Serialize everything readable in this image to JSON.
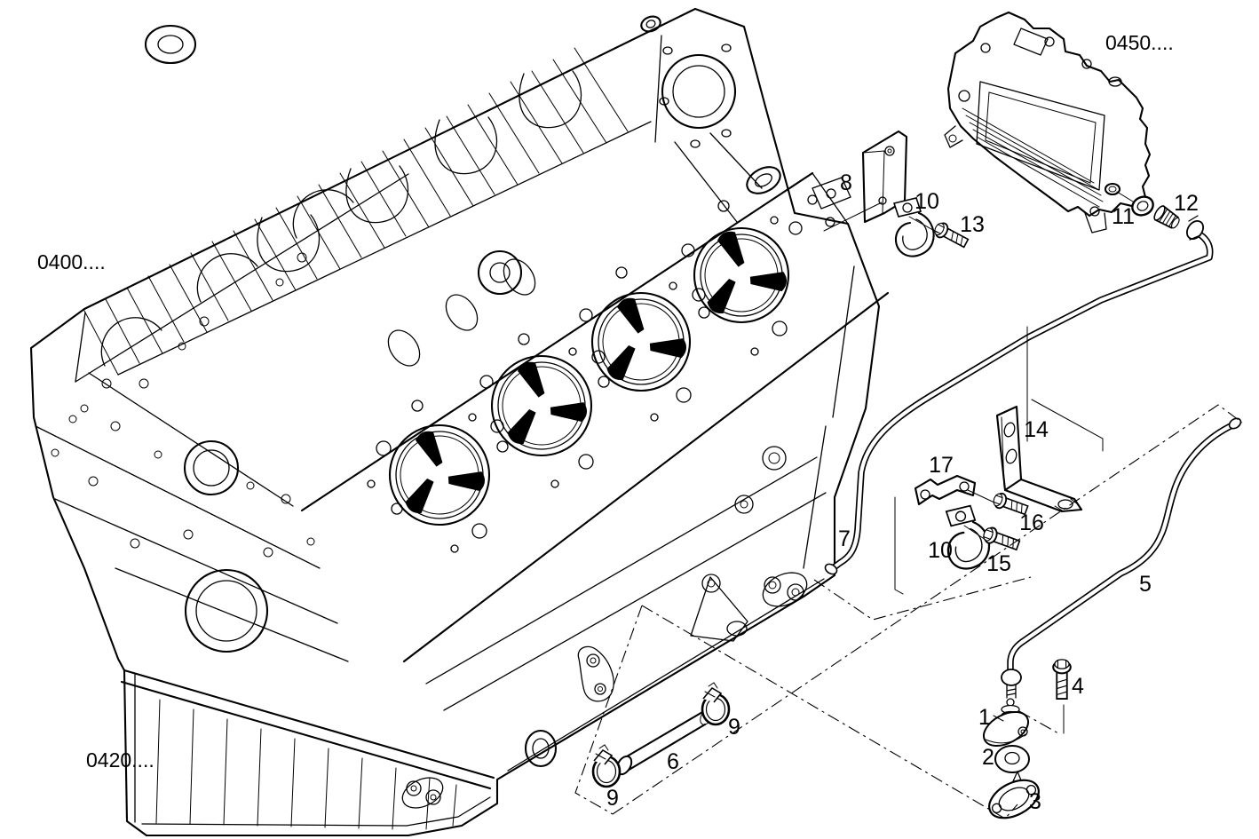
{
  "colors": {
    "background": "#ffffff",
    "line": "#000000"
  },
  "ref_labels": [
    {
      "name": "ref-0400",
      "text": "0400...."
    },
    {
      "name": "ref-0420",
      "text": "0420...."
    },
    {
      "name": "ref-0450",
      "text": "0450...."
    }
  ],
  "callouts": [
    {
      "name": "callout-1",
      "text": "1"
    },
    {
      "name": "callout-2",
      "text": "2"
    },
    {
      "name": "callout-3",
      "text": "3"
    },
    {
      "name": "callout-4",
      "text": "4"
    },
    {
      "name": "callout-5",
      "text": "5"
    },
    {
      "name": "callout-6",
      "text": "6"
    },
    {
      "name": "callout-7",
      "text": "7"
    },
    {
      "name": "callout-8",
      "text": "8"
    },
    {
      "name": "callout-9-right",
      "text": "9"
    },
    {
      "name": "callout-9-left",
      "text": "9"
    },
    {
      "name": "callout-10-top",
      "text": "10"
    },
    {
      "name": "callout-10-bottom",
      "text": "10"
    },
    {
      "name": "callout-11",
      "text": "11"
    },
    {
      "name": "callout-12",
      "text": "12"
    },
    {
      "name": "callout-13",
      "text": "13"
    },
    {
      "name": "callout-14",
      "text": "14"
    },
    {
      "name": "callout-15",
      "text": "15"
    },
    {
      "name": "callout-16",
      "text": "16"
    },
    {
      "name": "callout-17",
      "text": "17"
    }
  ]
}
